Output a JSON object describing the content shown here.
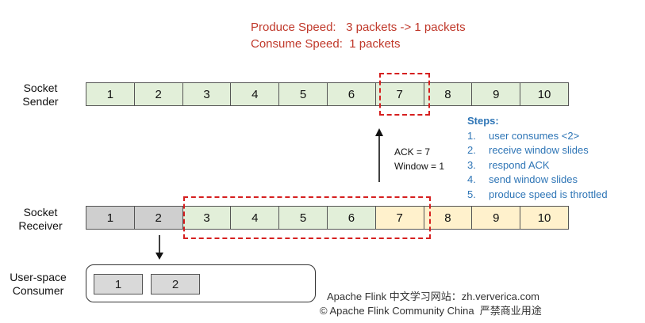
{
  "header": {
    "produce_label": "Produce Speed:",
    "produce_value": "3 packets -> 1 packets",
    "consume_label": "Consume Speed:",
    "consume_value": "1 packets"
  },
  "sender": {
    "label_line1": "Socket",
    "label_line2": "Sender",
    "cells": [
      "1",
      "2",
      "3",
      "4",
      "5",
      "6",
      "7",
      "8",
      "9",
      "10"
    ]
  },
  "receiver": {
    "label_line1": "Socket",
    "label_line2": "Receiver",
    "cells": [
      "1",
      "2",
      "3",
      "4",
      "5",
      "6",
      "7",
      "8",
      "9",
      "10"
    ]
  },
  "ack": {
    "line1": "ACK = 7",
    "line2": "Window = 1"
  },
  "steps": {
    "title": "Steps:",
    "items": [
      {
        "num": "1.",
        "text": "user consumes <2>"
      },
      {
        "num": "2.",
        "text": "receive window slides"
      },
      {
        "num": "3.",
        "text": "respond ACK"
      },
      {
        "num": "4.",
        "text": "send window slides"
      },
      {
        "num": "5.",
        "text": "produce speed is throttled"
      }
    ]
  },
  "consumer": {
    "label_line1": "User-space",
    "label_line2": "Consumer",
    "cells": [
      "1",
      "2"
    ]
  },
  "footer": {
    "line1": "Apache Flink 中文学习网站：zh.ververica.com",
    "line2": "© Apache Flink Community China  严禁商业用途"
  },
  "colors": {
    "red": "#c0392b",
    "dash_red": "#d62020",
    "green_cell": "#e2efd9",
    "gray_cell": "#cfcfcf",
    "yellow_cell": "#fff1cc",
    "steps_blue": "#2e75b6"
  }
}
